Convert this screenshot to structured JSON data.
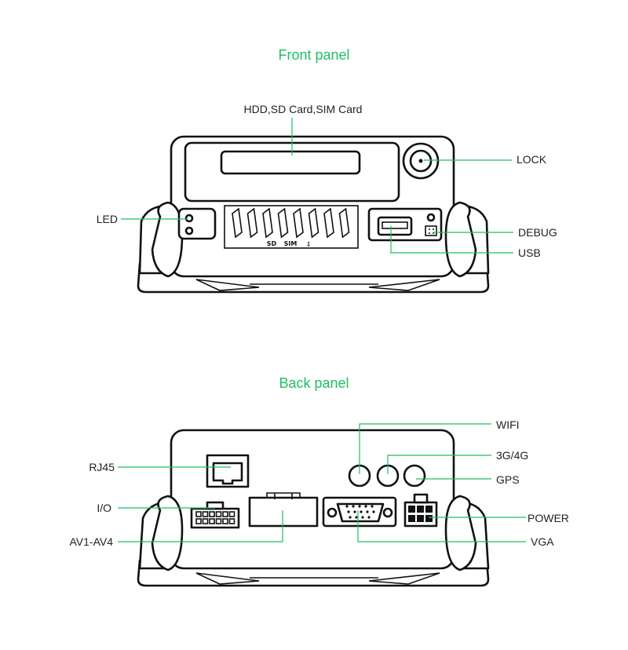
{
  "headings": {
    "front": "Front panel",
    "back": "Back panel"
  },
  "front_labels": {
    "storage": "HDD,SD Card,SIM Card",
    "lock": "LOCK",
    "led": "LED",
    "debug": "DEBUG",
    "usb": "USB"
  },
  "front_markings": {
    "sd": "SD",
    "sim": "SIM",
    "arrow": "⇩"
  },
  "back_labels": {
    "wifi": "WIFI",
    "g34": "3G/4G",
    "rj45": "RJ45",
    "gps": "GPS",
    "io": "I/O",
    "power": "POWER",
    "av": "AV1-AV4",
    "vga": "VGA"
  },
  "colors": {
    "heading": "#1fbf62",
    "leader": "#1fbf62",
    "ink": "#111111"
  }
}
